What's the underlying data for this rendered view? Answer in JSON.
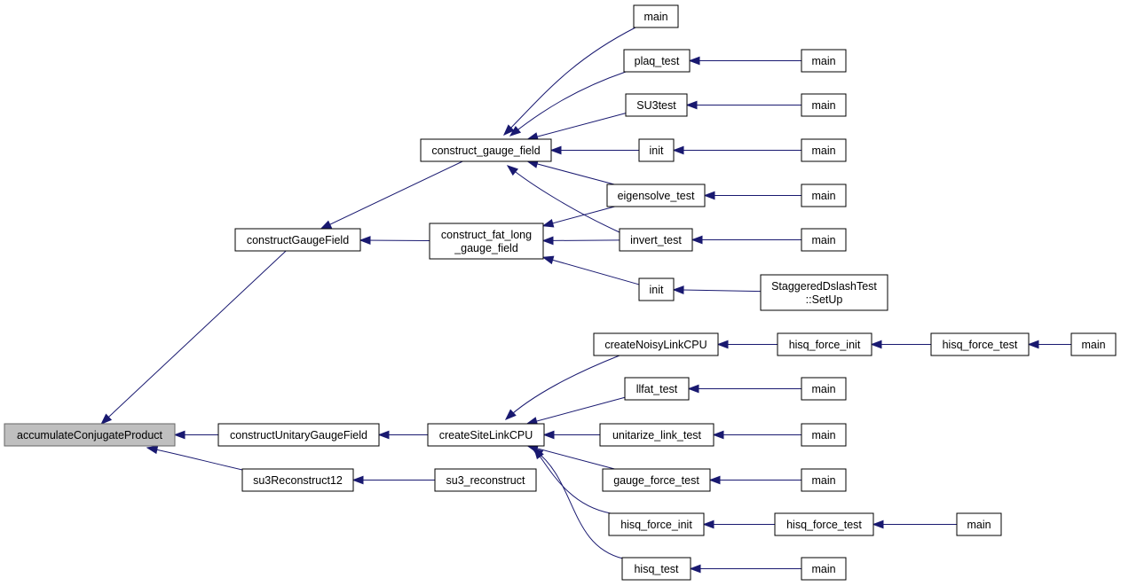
{
  "diagram": {
    "type": "caller-graph",
    "colors": {
      "edge": "#191970",
      "root_fill": "#bfbfbf",
      "node_fill": "#ffffff"
    },
    "nodes": [
      {
        "id": "accumulateConjugateProduct",
        "lines": [
          "accumulateConjugateProduct"
        ],
        "root": true
      },
      {
        "id": "constructGaugeField",
        "lines": [
          "constructGaugeField"
        ]
      },
      {
        "id": "constructUnitaryGaugeField",
        "lines": [
          "constructUnitaryGaugeField"
        ]
      },
      {
        "id": "su3Reconstruct12",
        "lines": [
          "su3Reconstruct12"
        ]
      },
      {
        "id": "construct_gauge_field",
        "lines": [
          "construct_gauge_field"
        ]
      },
      {
        "id": "construct_fat_long_gauge_field",
        "lines": [
          "construct_fat_long",
          "_gauge_field"
        ]
      },
      {
        "id": "createSiteLinkCPU",
        "lines": [
          "createSiteLinkCPU"
        ]
      },
      {
        "id": "su3_reconstruct",
        "lines": [
          "su3_reconstruct"
        ]
      },
      {
        "id": "main_a",
        "lines": [
          "main"
        ]
      },
      {
        "id": "plaq_test",
        "lines": [
          "plaq_test"
        ]
      },
      {
        "id": "SU3test",
        "lines": [
          "SU3test"
        ]
      },
      {
        "id": "init_a",
        "lines": [
          "init"
        ]
      },
      {
        "id": "eigensolve_test",
        "lines": [
          "eigensolve_test"
        ]
      },
      {
        "id": "invert_test",
        "lines": [
          "invert_test"
        ]
      },
      {
        "id": "init_b",
        "lines": [
          "init"
        ]
      },
      {
        "id": "createNoisyLinkCPU",
        "lines": [
          "createNoisyLinkCPU"
        ]
      },
      {
        "id": "llfat_test",
        "lines": [
          "llfat_test"
        ]
      },
      {
        "id": "unitarize_link_test",
        "lines": [
          "unitarize_link_test"
        ]
      },
      {
        "id": "gauge_force_test",
        "lines": [
          "gauge_force_test"
        ]
      },
      {
        "id": "hisq_force_init_b",
        "lines": [
          "hisq_force_init"
        ]
      },
      {
        "id": "hisq_test",
        "lines": [
          "hisq_test"
        ]
      },
      {
        "id": "main_plaq",
        "lines": [
          "main"
        ]
      },
      {
        "id": "main_su3",
        "lines": [
          "main"
        ]
      },
      {
        "id": "main_init",
        "lines": [
          "main"
        ]
      },
      {
        "id": "main_eigen",
        "lines": [
          "main"
        ]
      },
      {
        "id": "main_invert",
        "lines": [
          "main"
        ]
      },
      {
        "id": "StaggeredDslashTest_SetUp",
        "lines": [
          "StaggeredDslashTest",
          "::SetUp"
        ]
      },
      {
        "id": "hisq_force_init_a",
        "lines": [
          "hisq_force_init"
        ]
      },
      {
        "id": "hisq_force_test_a",
        "lines": [
          "hisq_force_test"
        ]
      },
      {
        "id": "main_hisqa",
        "lines": [
          "main"
        ]
      },
      {
        "id": "main_llfat",
        "lines": [
          "main"
        ]
      },
      {
        "id": "main_unitarize",
        "lines": [
          "main"
        ]
      },
      {
        "id": "main_gauge",
        "lines": [
          "main"
        ]
      },
      {
        "id": "hisq_force_test_b",
        "lines": [
          "hisq_force_test"
        ]
      },
      {
        "id": "main_hisqb",
        "lines": [
          "main"
        ]
      },
      {
        "id": "main_hisqtest",
        "lines": [
          "main"
        ]
      }
    ],
    "edges": [
      {
        "from": "constructGaugeField",
        "to": "accumulateConjugateProduct"
      },
      {
        "from": "constructUnitaryGaugeField",
        "to": "accumulateConjugateProduct"
      },
      {
        "from": "su3Reconstruct12",
        "to": "accumulateConjugateProduct"
      },
      {
        "from": "construct_gauge_field",
        "to": "constructGaugeField"
      },
      {
        "from": "construct_fat_long_gauge_field",
        "to": "constructGaugeField"
      },
      {
        "from": "createSiteLinkCPU",
        "to": "constructUnitaryGaugeField"
      },
      {
        "from": "su3_reconstruct",
        "to": "su3Reconstruct12"
      },
      {
        "from": "main_a",
        "to": "construct_gauge_field"
      },
      {
        "from": "plaq_test",
        "to": "construct_gauge_field"
      },
      {
        "from": "SU3test",
        "to": "construct_gauge_field"
      },
      {
        "from": "init_a",
        "to": "construct_gauge_field"
      },
      {
        "from": "eigensolve_test",
        "to": "construct_gauge_field"
      },
      {
        "from": "invert_test",
        "to": "construct_gauge_field"
      },
      {
        "from": "eigensolve_test",
        "to": "construct_fat_long_gauge_field"
      },
      {
        "from": "invert_test",
        "to": "construct_fat_long_gauge_field"
      },
      {
        "from": "init_b",
        "to": "construct_fat_long_gauge_field"
      },
      {
        "from": "main_plaq",
        "to": "plaq_test"
      },
      {
        "from": "main_su3",
        "to": "SU3test"
      },
      {
        "from": "main_init",
        "to": "init_a"
      },
      {
        "from": "main_eigen",
        "to": "eigensolve_test"
      },
      {
        "from": "main_invert",
        "to": "invert_test"
      },
      {
        "from": "StaggeredDslashTest_SetUp",
        "to": "init_b"
      },
      {
        "from": "createNoisyLinkCPU",
        "to": "createSiteLinkCPU"
      },
      {
        "from": "llfat_test",
        "to": "createSiteLinkCPU"
      },
      {
        "from": "unitarize_link_test",
        "to": "createSiteLinkCPU"
      },
      {
        "from": "gauge_force_test",
        "to": "createSiteLinkCPU"
      },
      {
        "from": "hisq_force_init_b",
        "to": "createSiteLinkCPU"
      },
      {
        "from": "hisq_test",
        "to": "createSiteLinkCPU"
      },
      {
        "from": "hisq_force_init_a",
        "to": "createNoisyLinkCPU"
      },
      {
        "from": "hisq_force_test_a",
        "to": "hisq_force_init_a"
      },
      {
        "from": "main_hisqa",
        "to": "hisq_force_test_a"
      },
      {
        "from": "main_llfat",
        "to": "llfat_test"
      },
      {
        "from": "main_unitarize",
        "to": "unitarize_link_test"
      },
      {
        "from": "main_gauge",
        "to": "gauge_force_test"
      },
      {
        "from": "hisq_force_test_b",
        "to": "hisq_force_init_b"
      },
      {
        "from": "main_hisqb",
        "to": "hisq_force_test_b"
      },
      {
        "from": "main_hisqtest",
        "to": "hisq_test"
      }
    ]
  }
}
